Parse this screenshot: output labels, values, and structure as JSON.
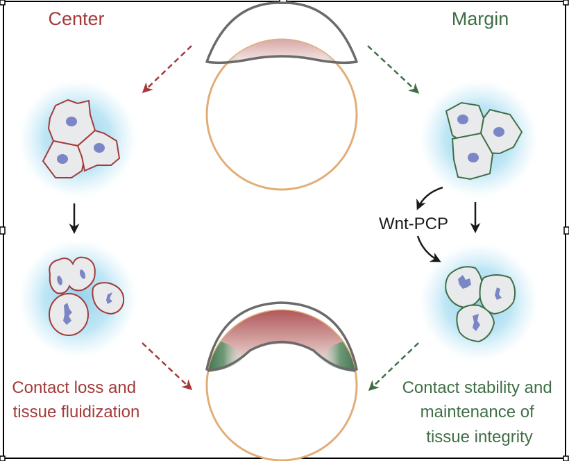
{
  "figure": {
    "type": "schematic",
    "subject": "Embryo tissue behaviour at center vs margin"
  },
  "colors": {
    "center": "#a33a3a",
    "margin": "#3f6e45",
    "cell_fill": "#e9eaec",
    "nucleus": "#7b86c6",
    "halo": "#9fd6ee",
    "yolk_outline": "#e3ad78",
    "cap_outline": "#6b6b6b",
    "neutral_arrow": "#1a1a1a"
  },
  "headings": {
    "center": "Center",
    "margin": "Margin"
  },
  "pathway": {
    "label": "Wnt-PCP"
  },
  "outcomes": {
    "center": [
      "Contact loss and",
      "tissue fluidization"
    ],
    "margin": [
      "Contact stability and",
      "maintenance of",
      "tissue integrity"
    ]
  },
  "embryos": [
    {
      "id": "top",
      "stage": "before",
      "cap_shape": "flat"
    },
    {
      "id": "bottom",
      "stage": "after",
      "cap_shape": "domed"
    }
  ],
  "cell_clusters": [
    {
      "id": "center-interphase",
      "region": "center",
      "state": "interphase",
      "cells": 3
    },
    {
      "id": "center-mitotic",
      "region": "center",
      "state": "rounded, mitotic, separating",
      "cells": 3
    },
    {
      "id": "margin-interphase",
      "region": "margin",
      "state": "interphase",
      "cells": 3
    },
    {
      "id": "margin-mitotic",
      "region": "margin",
      "state": "rounded, mitotic, in contact",
      "cells": 3
    }
  ],
  "selection_frame": {
    "visible": true,
    "handles": 8
  }
}
